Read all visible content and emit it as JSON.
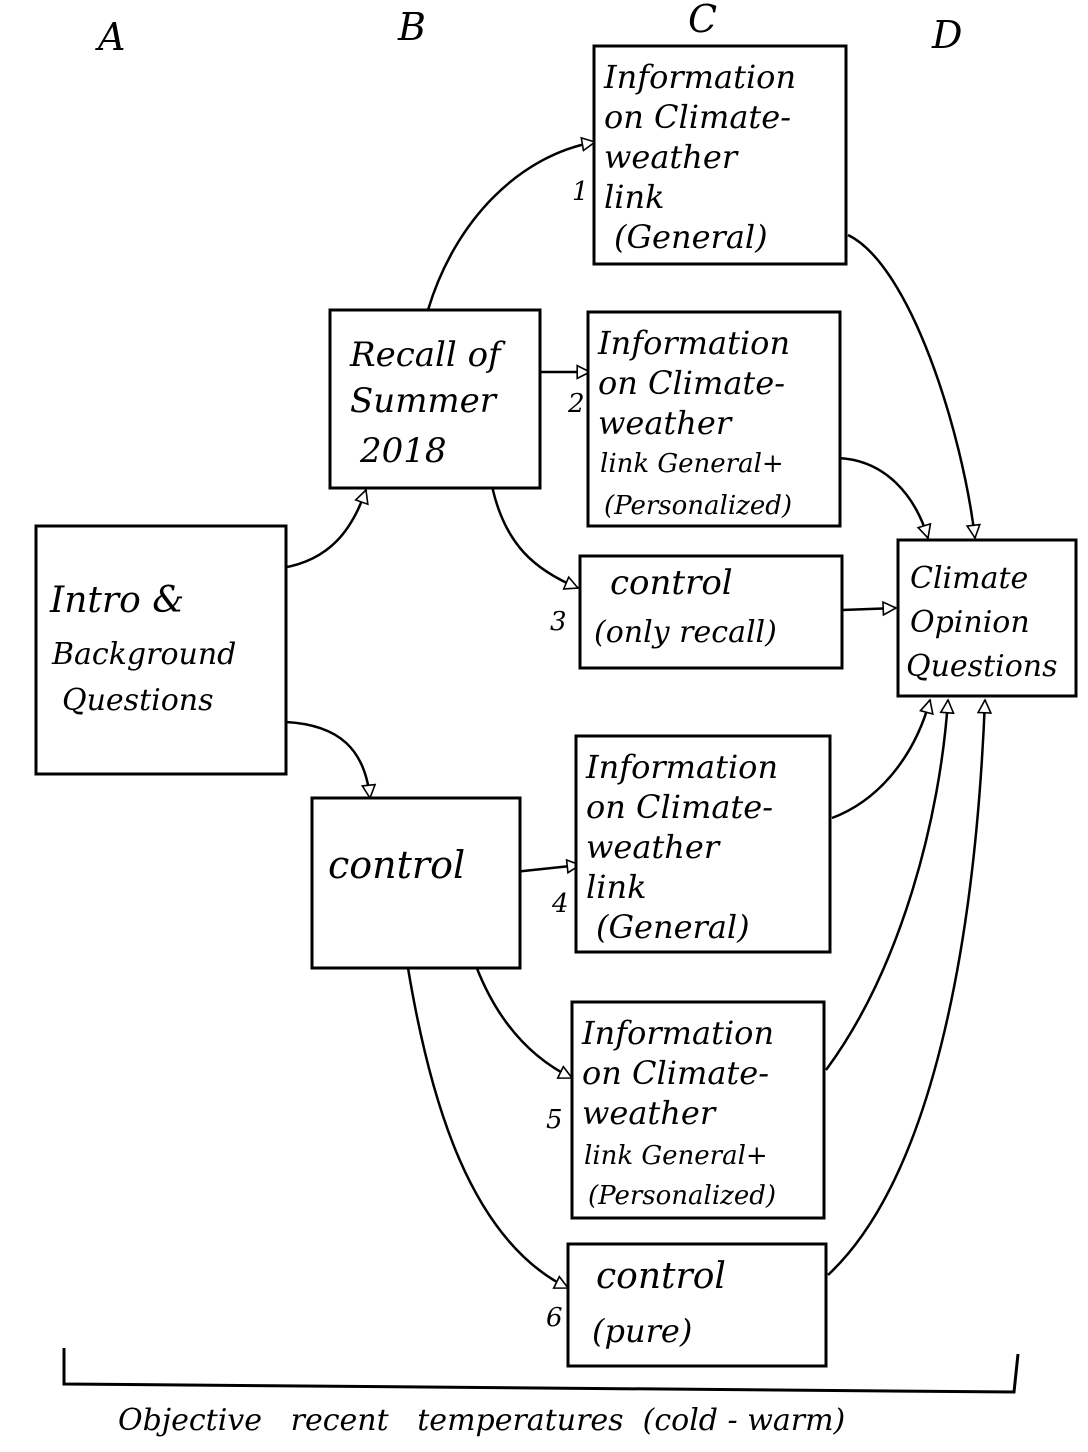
{
  "columns": [
    "A",
    "B",
    "C",
    "D"
  ],
  "boxes": {
    "intro": {
      "lines": [
        "Intro &",
        "Background",
        "Questions"
      ]
    },
    "recall": {
      "lines": [
        "Recall of",
        "Summer",
        "2018"
      ]
    },
    "control_b": {
      "lines": [
        "control"
      ]
    },
    "info1": {
      "lines": [
        "Information",
        "on Climate-",
        "weather",
        "link",
        "(General)"
      ]
    },
    "info2": {
      "lines": [
        "Information",
        "on Climate-",
        "weather",
        "link  General+",
        "(Personalized)"
      ]
    },
    "control3": {
      "lines": [
        "control",
        "(only recall)"
      ]
    },
    "info4": {
      "lines": [
        "Information",
        "on Climate-",
        "weather",
        "link",
        "(General)"
      ]
    },
    "info5": {
      "lines": [
        "Information",
        "on Climate-",
        "weather",
        "link  General+",
        "(Personalized)"
      ]
    },
    "control6": {
      "lines": [
        "control",
        "(pure)"
      ]
    },
    "opinion": {
      "lines": [
        "Climate",
        "Opinion",
        "Questions"
      ]
    }
  },
  "condition_numbers": [
    "1",
    "2",
    "3",
    "4",
    "5",
    "6"
  ],
  "footer": "Objective   recent   temperatures  (cold - warm)"
}
